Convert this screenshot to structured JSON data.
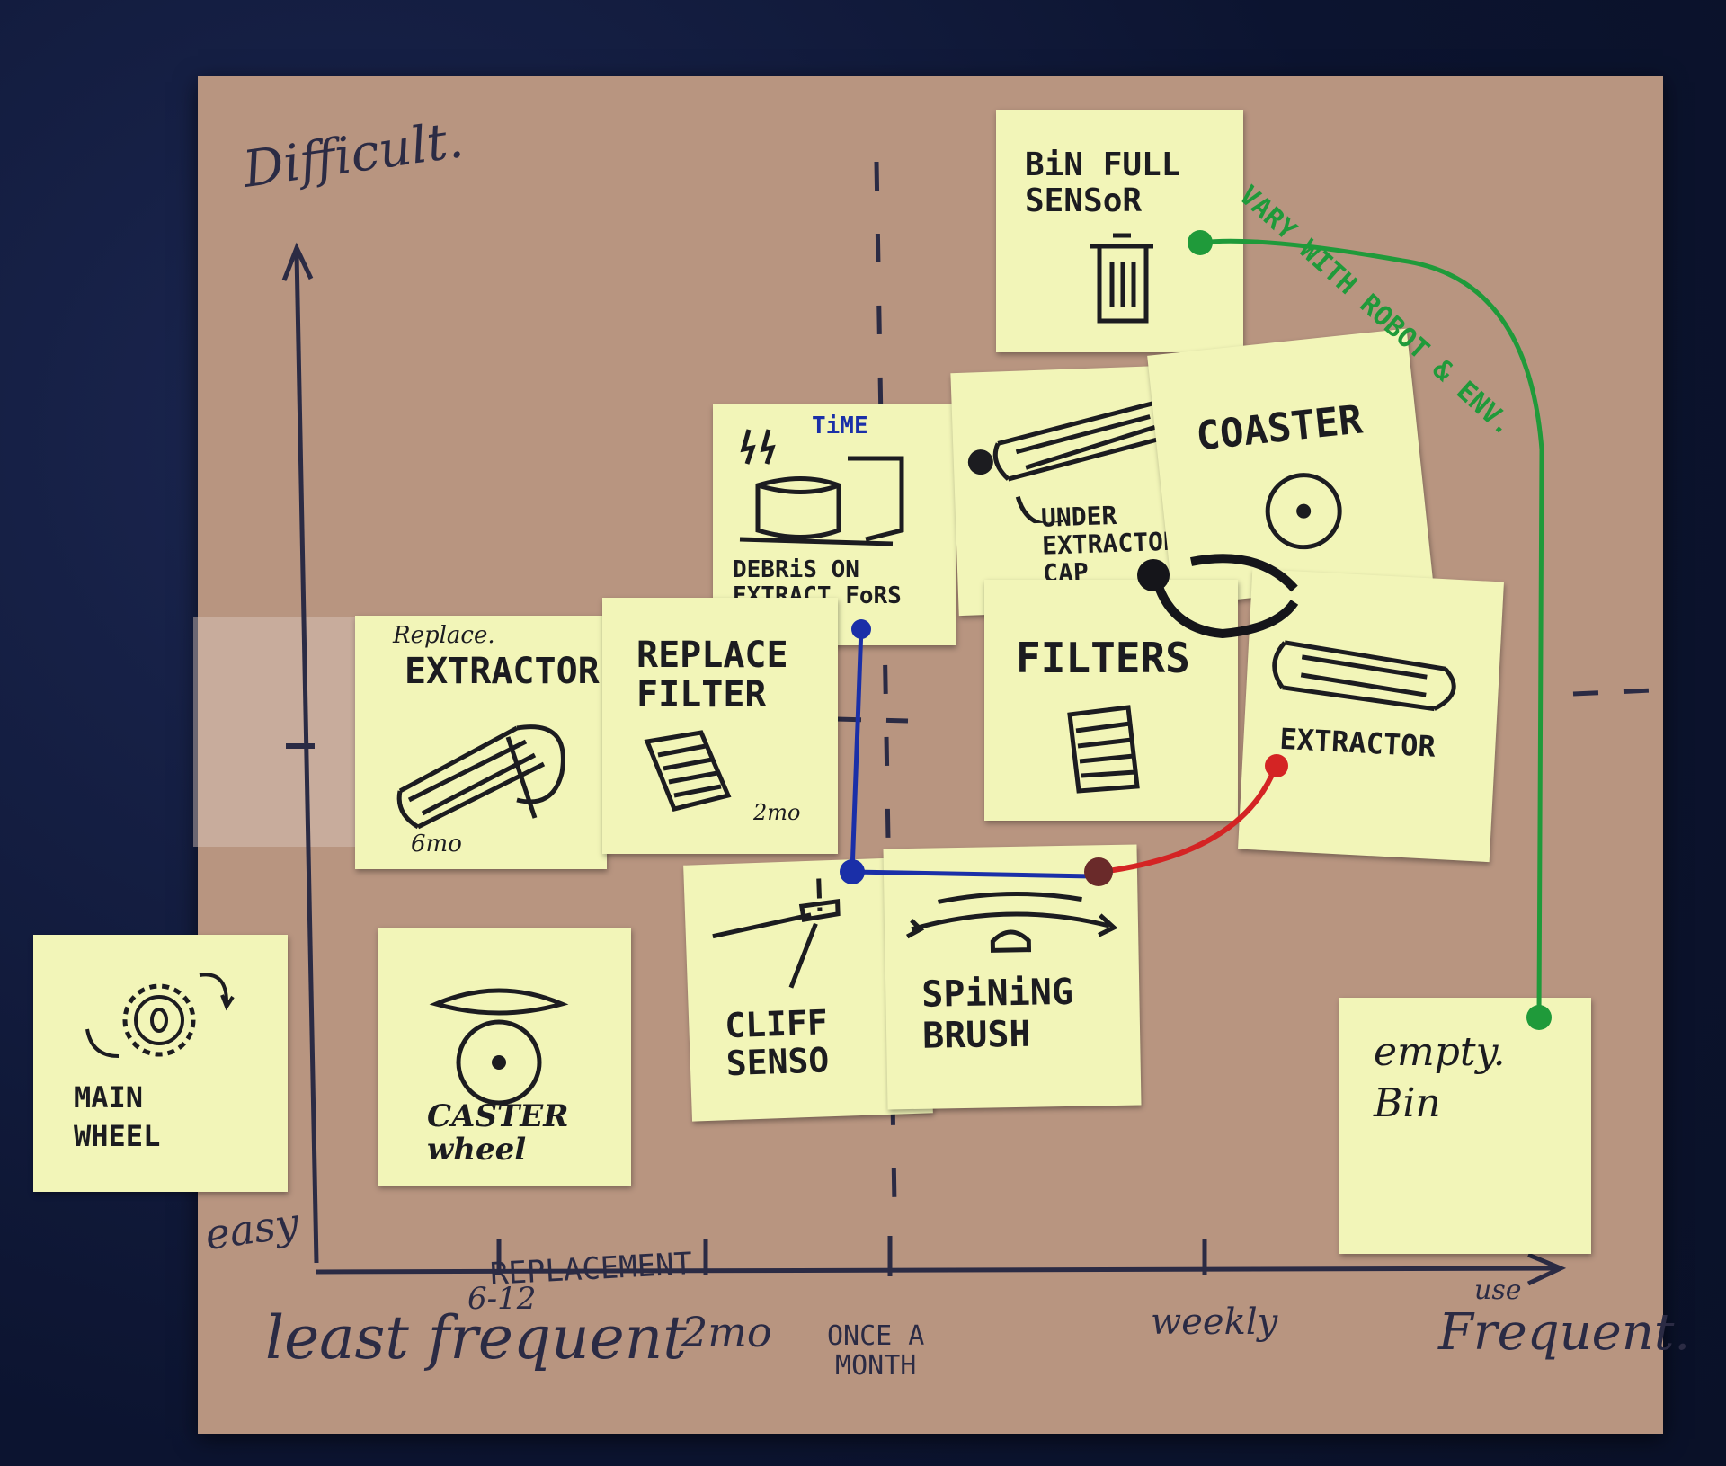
{
  "axes": {
    "y_top": "Difficult.",
    "y_bottom": "easy",
    "x_left": "least frequent",
    "x_right_top": "use",
    "x_right": "Frequent.",
    "replacement": "REPLACEMENT",
    "ticks": [
      "6-12",
      "2mo",
      "ONCE A\nMONTH",
      "weekly"
    ]
  },
  "notes": {
    "bin_full_sensor": "BiN FULL\nSENSoR",
    "time": "TiME",
    "debris": "DEBRiS ON\nEXTRACT FoRS",
    "under_extractor": "UNDER\nEXTRACTOR\nCAP",
    "coaster": "COASTER",
    "replace_small": "Replace.",
    "extractor_big": "EXTRACTOR",
    "extractor_age": "6mo",
    "replace_filter": "REPLACE\nFILTER",
    "filter_age": "2mo",
    "filters": "FILTERS",
    "extractor": "EXTRACTOR",
    "main_wheel": "MAIN\nWHEEL",
    "caster_wheel": "CASTER\nwheel",
    "cliff_sensor": "CLIFF\nSENSO",
    "spinning_brush": "SPiNiNG\nBRUSH",
    "empty_bin": "empty.\nBin"
  },
  "annotation_green": "VARY WITH ROBOT & ENV.",
  "colors": {
    "board": "#b89580",
    "note": "#f2f5b8",
    "marker": "#2b2b44",
    "blue": "#1a2fa8",
    "green": "#1f9a3a",
    "red": "#d42424"
  }
}
